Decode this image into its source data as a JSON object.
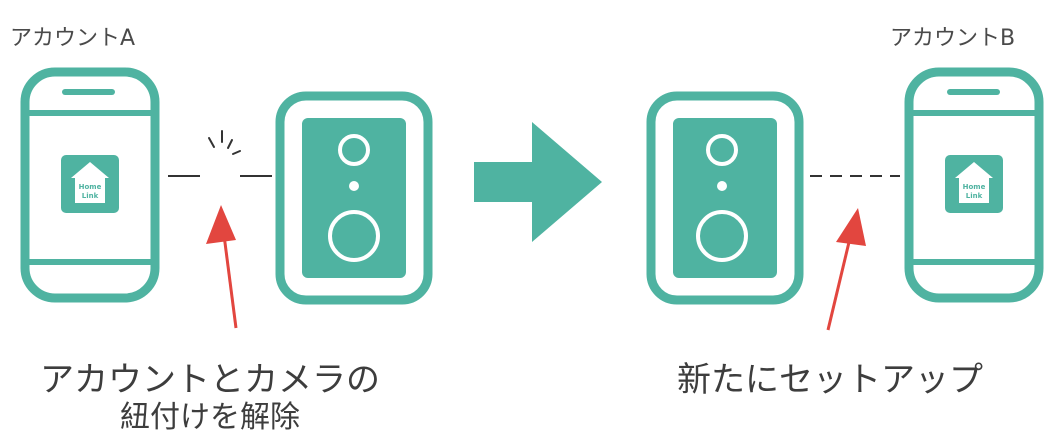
{
  "colors": {
    "teal": "#4fb3a1",
    "teal_light": "#7fcabb",
    "white": "#ffffff",
    "arrow_red": "#e2463f",
    "text": "#444444"
  },
  "labels": {
    "account_a": "アカウントA",
    "account_b": "アカウントB",
    "unlink_line1": "アカウントとカメラの",
    "unlink_line2": "紐付けを解除",
    "setup": "新たにセットアップ"
  },
  "icons": {
    "phone": "smartphone-icon",
    "camera": "doorbell-camera-icon",
    "app": "home-app-icon",
    "spark": "disconnect-spark-icon",
    "next": "right-arrow-icon",
    "pointer": "red-pointer-arrow-icon"
  },
  "app_icon_text": {
    "line1": "Home",
    "line2": "Link"
  }
}
